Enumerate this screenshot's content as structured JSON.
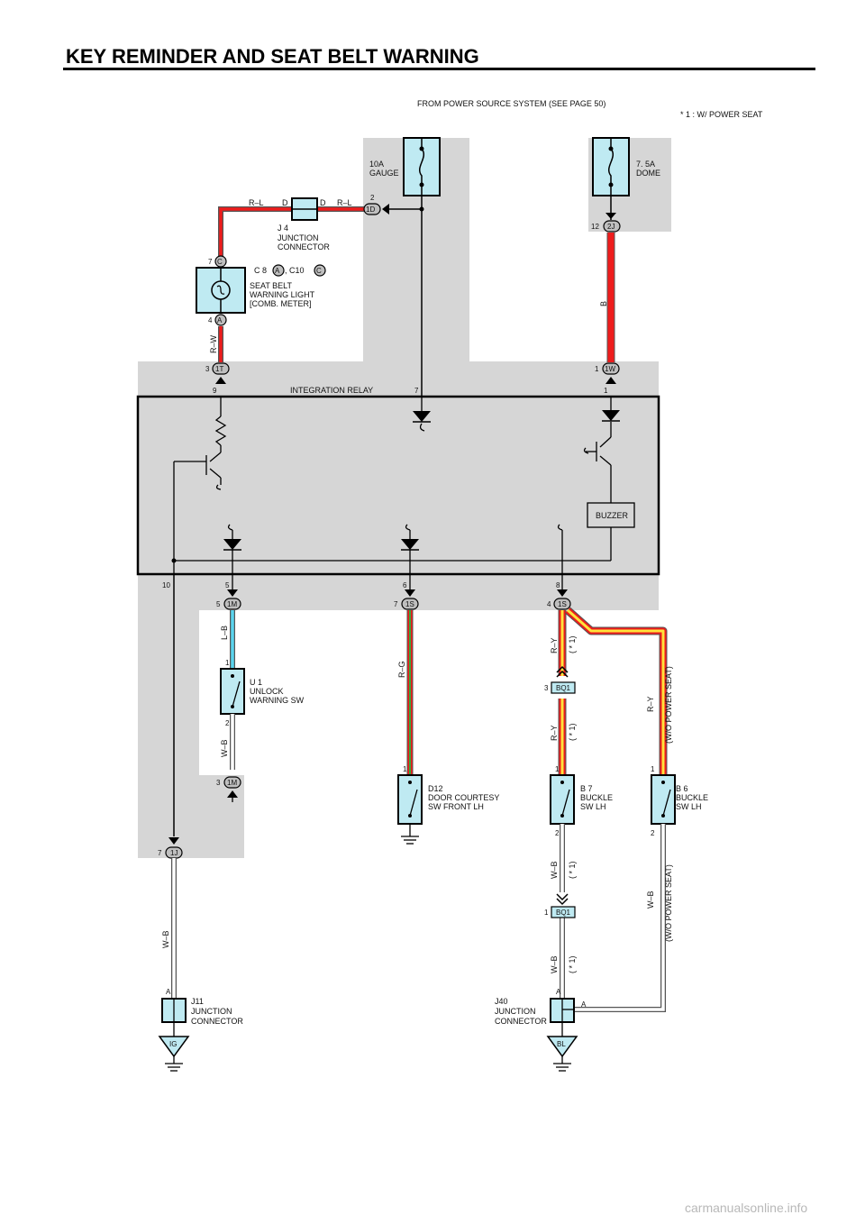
{
  "title": "KEY REMINDER AND SEAT BELT WARNING",
  "header": {
    "power_source": "FROM POWER SOURCE SYSTEM (SEE PAGE 50)",
    "footnote": "* 1 : W/ POWER SEAT"
  },
  "fuses": {
    "gauge": {
      "amp": "10A",
      "name": "GAUGE"
    },
    "dome": {
      "amp": "7. 5A",
      "name": "DOME"
    }
  },
  "connectors": {
    "c1D": "1D",
    "c2J": "2J",
    "c1T": "1T",
    "c1W": "1W",
    "c1M_top": "1M",
    "c1S_a": "1S",
    "c1S_b": "1S",
    "c1M_bot": "1M",
    "c1J": "1J",
    "cBQ1_a": "BQ1",
    "cBQ1_b": "BQ1",
    "cC": "C",
    "cA_top": "A",
    "cA_bot": "A",
    "cC2": "C",
    "IG": "IG",
    "BL": "BL"
  },
  "pins": {
    "p2": "2",
    "p12": "12",
    "p7c": "7",
    "p4a": "4",
    "p3": "3",
    "p9": "9",
    "p7r": "7",
    "p1w": "1",
    "p1r": "1",
    "p10": "10",
    "p5": "5",
    "p6": "6",
    "p8": "8",
    "p5m": "5",
    "p7s": "7",
    "p4s": "4",
    "p1u": "1",
    "p2u": "2",
    "p3m": "3",
    "p3bq": "3",
    "p1d": "1",
    "p1b7": "1",
    "p1b6": "1",
    "p2b7": "2",
    "p2b6": "2",
    "p1bq": "1",
    "p7j": "7",
    "pAj11": "A",
    "pAj40": "A",
    "pAj40r": "A",
    "pDl": "D",
    "pDr": "D"
  },
  "wires": {
    "rl1": "R–L",
    "rl2": "R–L",
    "rw": "R–W",
    "b": "B",
    "lb": "L–B",
    "wb1": "W–B",
    "rg": "R–G",
    "ry1": "R–Y",
    "ry2": "R–Y",
    "ry3": "R–Y",
    "wb2": "W–B",
    "wb3": "W–B",
    "wb4": "W–B",
    "wb5": "W–B"
  },
  "notes": {
    "n1a": "( * 1)",
    "n1b": "( * 1)",
    "n1c": "( * 1)",
    "n1d": "( * 1)",
    "wops1": "(W/O POWER SEAT)",
    "wops2": "(W/O POWER SEAT)"
  },
  "components": {
    "j4": [
      "J 4",
      "JUNCTION",
      "CONNECTOR"
    ],
    "c8c10": [
      "C 8",
      ",  C10"
    ],
    "seatbelt": [
      "SEAT BELT",
      "WARNING LIGHT",
      "[COMB.  METER]"
    ],
    "relay": "INTEGRATION RELAY",
    "buzzer": "BUZZER",
    "u1": [
      "U 1",
      "UNLOCK",
      "WARNING SW"
    ],
    "d12": [
      "D12",
      "DOOR COURTESY",
      "SW FRONT LH"
    ],
    "b7": [
      "B 7",
      "BUCKLE",
      "SW LH"
    ],
    "b6": [
      "B 6",
      "BUCKLE",
      "SW LH"
    ],
    "j11": [
      "J11",
      "JUNCTION",
      "CONNECTOR"
    ],
    "j40": [
      "J40",
      "JUNCTION",
      "CONNECTOR"
    ]
  },
  "watermark": "carmanualsonline.info",
  "colors": {
    "gray_zone": "#d6d6d6",
    "red": "#ee1c1c",
    "cyan": "#59d4ee",
    "yellow": "#ffe33b",
    "green": "#3aa93a",
    "comp": "#bfeaf2"
  }
}
